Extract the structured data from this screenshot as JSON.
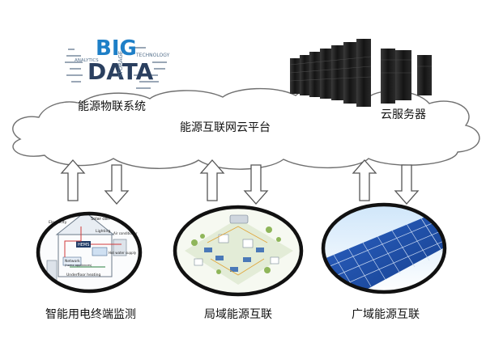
{
  "cloud": {
    "title_system": "能源物联系统",
    "title_platform": "能源互联网云平台",
    "title_server": "云服务器"
  },
  "big_data": {
    "word_big": "BIG",
    "word_data": "DATA",
    "word_storage": "STORAGE",
    "word_analytics": "ANALYTICS",
    "word_technology": "TECHNOLOGY"
  },
  "nodes": [
    {
      "label": "智能用电终端监测"
    },
    {
      "label": "局域能源互联"
    },
    {
      "label": "广域能源互联"
    }
  ],
  "smart_home": {
    "solar_cell": "Solar cell",
    "electricity": "Electricity",
    "lighting": "Lighting",
    "air_conditioner": "Air conditioner",
    "hems": "HEMS",
    "network": "Network",
    "home_appliances": "(home appliances)",
    "hot_water_supply": "Hot water supply",
    "underfloor_heating": "Underfloor heating"
  },
  "colors": {
    "cloud_stroke": "#6f6f6f",
    "arrow_stroke": "#555555",
    "ring": "#111111",
    "server": "#1c1c1c",
    "panel_blue": "#1f4fa8",
    "bigdata_blue": "#1e7fc7"
  }
}
